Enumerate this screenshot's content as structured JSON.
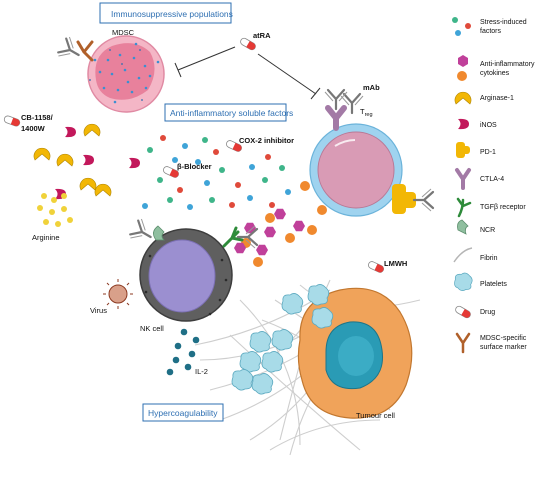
{
  "boxes": {
    "immunosuppressive": "Immunosuppressive populations",
    "anti_inflammatory": "Anti-inflammatory soluble factors",
    "hypercoagulability": "Hypercoagulability"
  },
  "cells": {
    "mdsc": "MDSC",
    "treg_main": "T",
    "treg_sub": "reg",
    "nk": "NK cell",
    "tumour": "Tumour cell",
    "virus": "Virus"
  },
  "drugs": {
    "atra": "atRA",
    "mab": "mAb",
    "cb_line1": "CB-1158/",
    "cb_line2": "1400W",
    "cox2": "COX-2 inhibitor",
    "beta_blocker": "β-Blocker",
    "lmwh": "LMWH"
  },
  "molecules": {
    "arginine": "Arginine",
    "il2": "IL-2"
  },
  "legend": {
    "stress_1": "Stress-induced",
    "stress_2": "factors",
    "antiinf_1": "Anti-inflammatory",
    "antiinf_2": "cytokines",
    "arginase": "Arginase-1",
    "inos": "iNOS",
    "pd1": "PD-1",
    "ctla4": "CTLA-4",
    "tgfb": "TGFβ receptor",
    "ncr": "NCR",
    "fibrin": "Fibrin",
    "platelets": "Platelets",
    "drug": "Drug",
    "mdsc_marker_1": "MDSC-specific",
    "mdsc_marker_2": "surface marker"
  },
  "colors": {
    "box_border": "#2e6fb2",
    "mdsc_cytoplasm": "#f4b6c6",
    "mdsc_nucleus": "#e8819c",
    "treg_membrane": "#9fd3ef",
    "treg_nucleus": "#d99bb5",
    "nk_cytoplasm": "#5f5f5f",
    "nk_nucleus": "#9b8fd0",
    "tumour_cytoplasm": "#f0a35a",
    "tumour_nucleus": "#2a9bb5",
    "stress_green": "#3fb58a",
    "stress_blue": "#3fa4d8",
    "stress_red": "#e04a3a",
    "cytokine_orange": "#f0892e",
    "cytokine_magenta": "#c0409a",
    "arginase_yellow": "#f2b705",
    "inos_magenta": "#c2185b",
    "pd1_yellow": "#f2b705",
    "ctla4_mauve": "#a37aa6",
    "tgfb_green": "#2e8b3a",
    "ncr_green": "#8fbf9f",
    "platelet_blue": "#a8dbe8",
    "drug_red": "#e53935",
    "marker_brown": "#b0602a",
    "il2_teal": "#1f6f86"
  }
}
